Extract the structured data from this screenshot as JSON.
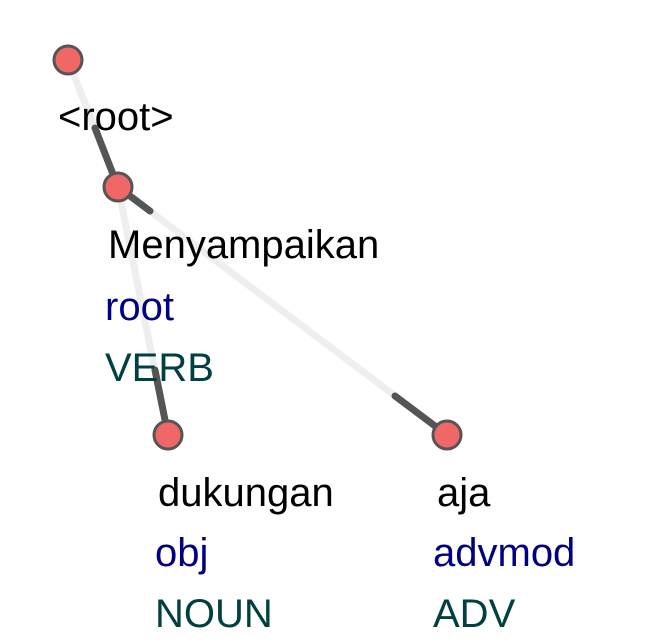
{
  "colors": {
    "edge_dark": "#555555",
    "edge_light": "#eeeeee",
    "node_fill": "#f06767",
    "node_stroke": "#555555",
    "word": "#000000",
    "deprel": "#000080",
    "pos": "#004040"
  },
  "tree": {
    "root": {
      "word": "<root>"
    },
    "nodes": [
      {
        "id": "n1",
        "word": "Menyampaikan",
        "deprel": "root",
        "pos": "VERB",
        "head": "root"
      },
      {
        "id": "n2",
        "word": "dukungan",
        "deprel": "obj",
        "pos": "NOUN",
        "head": "n1"
      },
      {
        "id": "n3",
        "word": "aja",
        "deprel": "advmod",
        "pos": "ADV",
        "head": "n1"
      }
    ]
  }
}
